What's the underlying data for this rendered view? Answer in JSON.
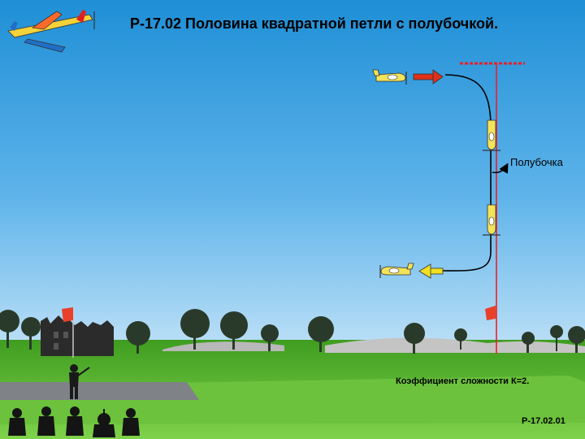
{
  "figure": {
    "title": "Р-17.02 Половина квадратной петли с полубочкой.",
    "half_roll_label": "Полубочка",
    "difficulty_label": "Коэффициент сложности К=2.",
    "code_label": "Р-17.02.01"
  },
  "colors": {
    "sky_top": "#1f8fd6",
    "grass": "#5cb832",
    "runway": "#7f8287",
    "entry_arrow": "#e0301a",
    "exit_arrow": "#f0e020",
    "guide_line": "#e8202a",
    "aircraft_body": "#f2e35a",
    "flag": "#e8402a"
  },
  "icons": {
    "logo": "aerobatic-plane-icon",
    "pilot": "pilot-silhouette-icon",
    "judges": "judge-silhouette-icon"
  }
}
